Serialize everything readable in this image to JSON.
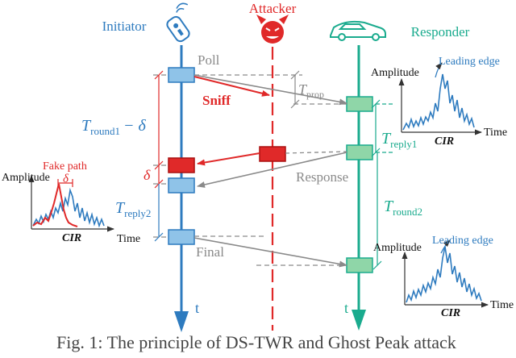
{
  "colors": {
    "initiator": "#2e7bbf",
    "initiator_box": "#8fc3e8",
    "attacker": "#e02929",
    "responder": "#1aab8e",
    "responder_box": "#8fd6a8",
    "gray": "#8a8a8a"
  },
  "icons": {
    "initiator": "key-fob-icon",
    "attacker": "devil-icon",
    "responder": "car-icon"
  },
  "labels": {
    "initiator": "Initiator",
    "attacker": "Attacker",
    "responder": "Responder",
    "poll": "Poll",
    "sniff": "Sniff",
    "response": "Response",
    "final": "Final",
    "t_axis_initiator": "t",
    "t_axis_responder": "t"
  },
  "timing": {
    "t_prop_main": "T",
    "t_prop_sub": "prop",
    "t_round1_main": "T",
    "t_round1_sub": "round1",
    "t_round1_suffix": "− δ",
    "t_reply1_main": "T",
    "t_reply1_sub": "reply1",
    "delta": "δ",
    "t_reply2_main": "T",
    "t_reply2_sub": "reply2",
    "t_round2_main": "T",
    "t_round2_sub": "round2"
  },
  "cir_top": {
    "ylabel": "Amplitude",
    "xlabel": "CIR",
    "xunit": "Time",
    "annotation": "Leading edge"
  },
  "cir_bottom": {
    "ylabel": "Amplitude",
    "xlabel": "CIR",
    "xunit": "Time",
    "annotation": "Leading edge"
  },
  "cir_left": {
    "ylabel": "Amplitude",
    "xlabel": "CIR",
    "xunit": "Time",
    "annotation": "Fake path",
    "delta": "δ"
  },
  "caption": "Fig. 1: The principle of DS-TWR and Ghost Peak attack"
}
